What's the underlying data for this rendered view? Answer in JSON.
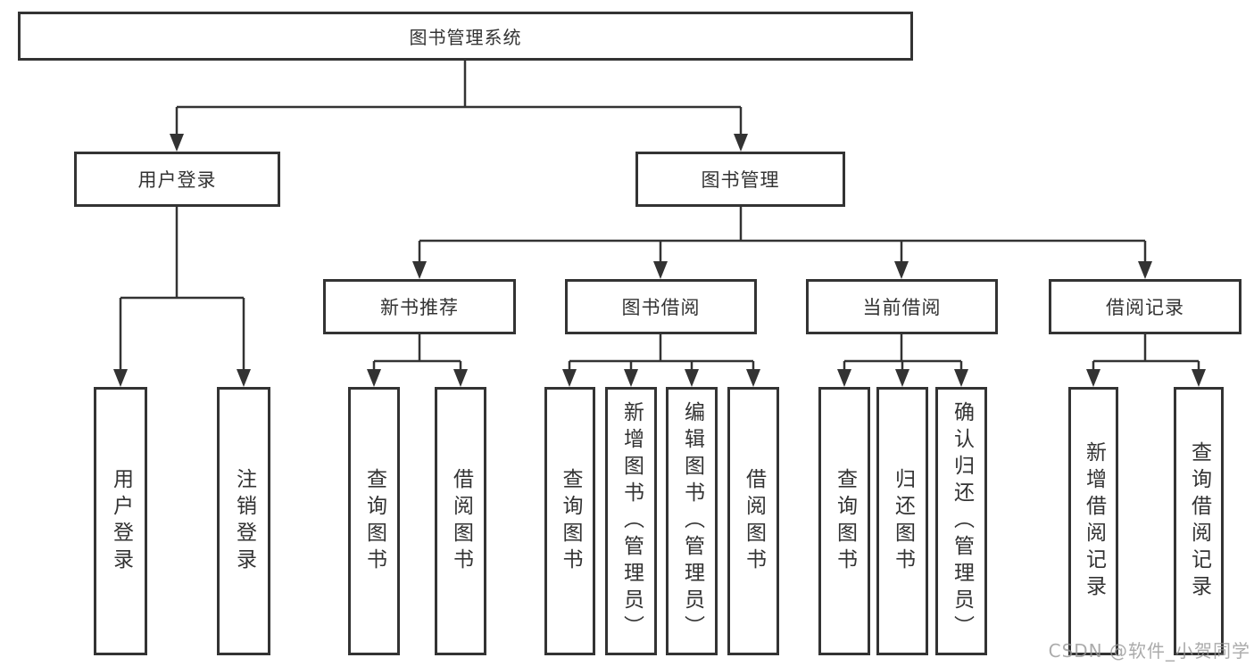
{
  "root": {
    "label": "图书管理系统"
  },
  "branches": [
    {
      "label": "用户登录",
      "children": [
        {
          "label": "用户登录"
        },
        {
          "label": "注销登录"
        }
      ]
    },
    {
      "label": "图书管理",
      "sections": [
        {
          "label": "新书推荐",
          "children": [
            {
              "label": "查询图书"
            },
            {
              "label": "借阅图书"
            }
          ]
        },
        {
          "label": "图书借阅",
          "children": [
            {
              "label": "查询图书"
            },
            {
              "label": "新增图书（管理员）"
            },
            {
              "label": "编辑图书（管理员）"
            },
            {
              "label": "借阅图书"
            }
          ]
        },
        {
          "label": "当前借阅",
          "children": [
            {
              "label": "查询图书"
            },
            {
              "label": "归还图书"
            },
            {
              "label": "确认归还（管理员）"
            }
          ]
        },
        {
          "label": "借阅记录",
          "children": [
            {
              "label": "新增借阅记录"
            },
            {
              "label": "查询借阅记录"
            }
          ]
        }
      ]
    }
  ],
  "watermark": {
    "text": "CSDN @软件_小贺同学",
    "color": "#969696"
  },
  "colors": {
    "line": "#333333",
    "box_border": "#333333",
    "text": "#333333",
    "background": "#ffffff"
  }
}
